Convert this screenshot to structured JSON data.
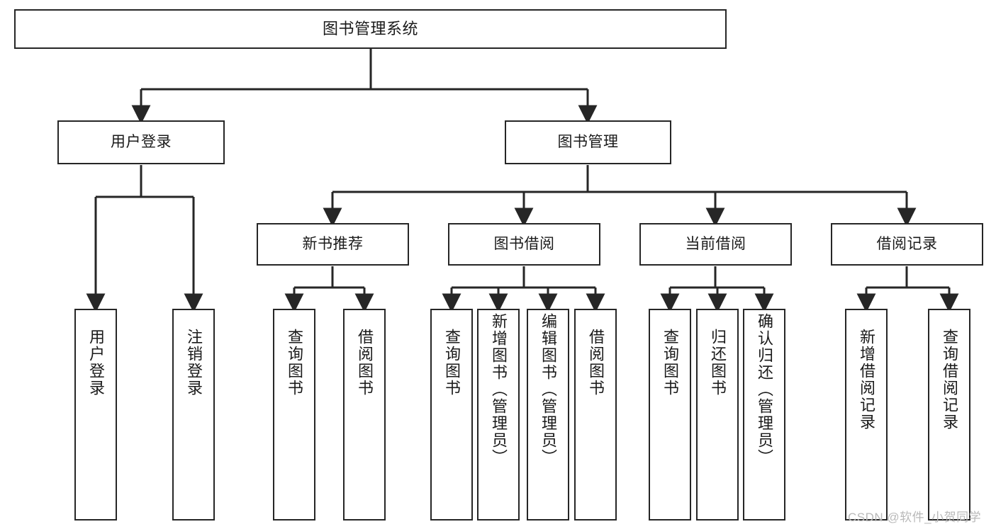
{
  "diagram": {
    "title": "图书管理系统",
    "type": "tree-hierarchy-diagram",
    "watermark": "CSDN @软件_小贺同学",
    "style": {
      "box_border_color": "#262626",
      "box_fill_color": "#ffffff",
      "edge_color": "#262626",
      "text_color": "#1a1a1a",
      "background": "#ffffff"
    },
    "nodes": {
      "root": {
        "label": "图书管理系统"
      },
      "level2": [
        {
          "label": "用户登录"
        },
        {
          "label": "图书管理"
        }
      ],
      "level3": [
        {
          "label": "新书推荐"
        },
        {
          "label": "图书借阅"
        },
        {
          "label": "当前借阅"
        },
        {
          "label": "借阅记录"
        }
      ],
      "leaves": {
        "user_login": [
          {
            "label": "用户登录"
          },
          {
            "label": "注销登录"
          }
        ],
        "new_book_recommend": [
          {
            "label": "查询图书"
          },
          {
            "label": "借阅图书"
          }
        ],
        "book_borrow": [
          {
            "label": "查询图书"
          },
          {
            "label": "新增图书（管理员）"
          },
          {
            "label": "编辑图书（管理员）"
          },
          {
            "label": "借阅图书"
          }
        ],
        "current_borrow": [
          {
            "label": "查询图书"
          },
          {
            "label": "归还图书"
          },
          {
            "label": "确认归还（管理员）"
          }
        ],
        "borrow_record": [
          {
            "label": "新增借阅记录"
          },
          {
            "label": "查询借阅记录"
          }
        ]
      }
    }
  }
}
